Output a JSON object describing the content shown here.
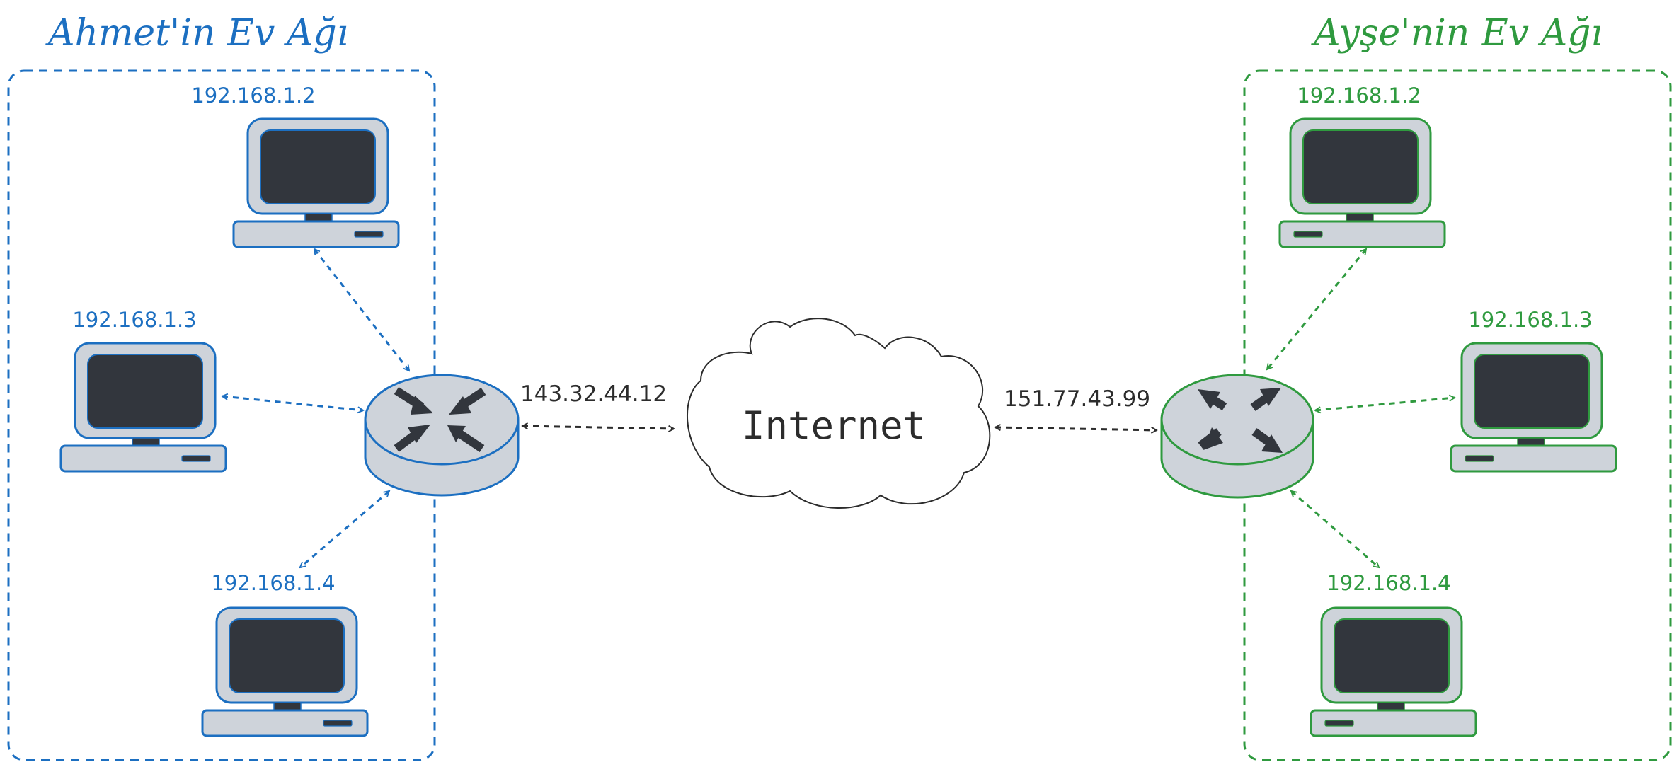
{
  "left_network": {
    "title": "Ahmet'in Ev Ağı",
    "color": "#1c6fc1",
    "devices": [
      {
        "ip": "192.168.1.2"
      },
      {
        "ip": "192.168.1.3"
      },
      {
        "ip": "192.168.1.4"
      }
    ],
    "router_public_ip": "143.32.44.12"
  },
  "right_network": {
    "title": "Ayşe'nin Ev Ağı",
    "color": "#2f9a3f",
    "devices": [
      {
        "ip": "192.168.1.2"
      },
      {
        "ip": "192.168.1.3"
      },
      {
        "ip": "192.168.1.4"
      }
    ],
    "router_public_ip": "151.77.43.99"
  },
  "cloud": {
    "label": "Internet"
  },
  "icons": {
    "computer": "computer-icon",
    "router": "router-icon",
    "cloud": "cloud-icon"
  },
  "colors": {
    "screen": "#32363d",
    "device_fill": "#ced3da",
    "link_dark": "#2c2c2c"
  }
}
